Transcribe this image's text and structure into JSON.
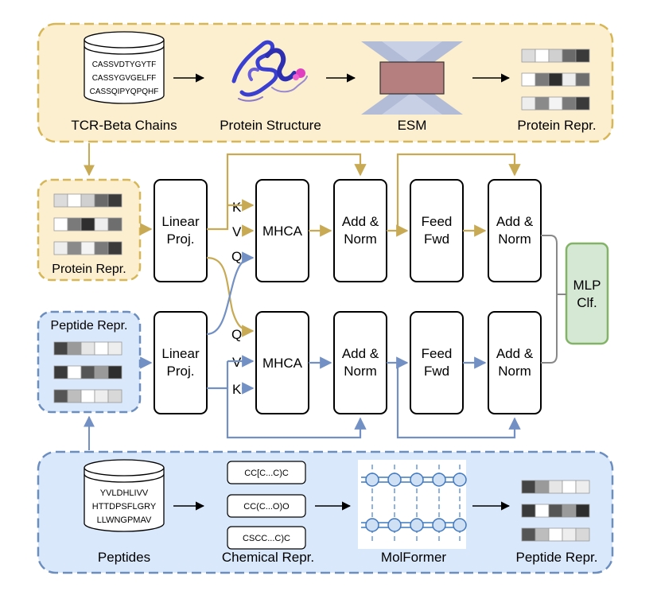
{
  "colors": {
    "protein_fill": "#fcefcf",
    "protein_stroke": "#d6b656",
    "peptide_fill": "#dae8fc",
    "peptide_stroke": "#6c8ebf",
    "esm_box": "#b57f7f",
    "mlp_fill": "#d5e8d4",
    "mlp_stroke": "#82b366",
    "gray_connector": "#888888"
  },
  "protein_pipeline": {
    "sequences": [
      "CASSVDTYGYTF",
      "CASSYGVGELFF",
      "CASSQIPYQPQHF"
    ],
    "tcr_label": "TCR-Beta Chains",
    "structure_label": "Protein Structure",
    "esm_label": "ESM",
    "repr_label": "Protein Repr."
  },
  "peptide_pipeline": {
    "sequences": [
      "YVLDHLIVV",
      "HTTDPSFLGRY",
      "LLWNGPMAV"
    ],
    "peptides_label": "Peptides",
    "smiles": [
      "CC[C...C)C",
      "CC(C...O)O",
      "CSCC...C)C"
    ],
    "chemical_label": "Chemical Repr.",
    "molformer_label": "MolFormer",
    "repr_label": "Peptide Repr."
  },
  "model": {
    "protein_input_label": "Protein Repr.",
    "peptide_input_label": "Peptide Repr.",
    "linear_proj": [
      "Linear",
      "Proj."
    ],
    "mhca": "MHCA",
    "add_norm": [
      "Add &",
      "Norm"
    ],
    "feed_fwd": [
      "Feed",
      "Fwd"
    ],
    "mlp": [
      "MLP",
      "Clf."
    ],
    "top_inputs": [
      "K",
      "V",
      "Q"
    ],
    "bottom_inputs": [
      "Q",
      "V",
      "K"
    ]
  }
}
